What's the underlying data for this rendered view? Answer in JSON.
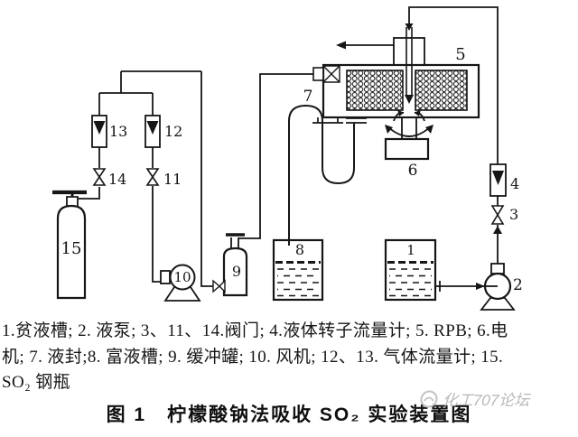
{
  "diagram": {
    "labels": {
      "n1": "1",
      "n2": "2",
      "n3": "3",
      "n4": "4",
      "n5": "5",
      "n6": "6",
      "n7": "7",
      "n8": "8",
      "n9": "9",
      "n10": "10",
      "n11": "11",
      "n12": "12",
      "n13": "13",
      "n14": "14",
      "n15": "15"
    }
  },
  "legend": {
    "line1": "1.贫液槽; 2. 液泵; 3、11、14.阀门; 4.液体转子流量计; 5. RPB; 6.电",
    "line2": "机; 7. 液封;8. 富液槽; 9. 缓冲罐; 10. 风机; 12、13. 气体流量计; 15.",
    "line3": "SO₂ 钢瓶"
  },
  "caption": "图 1　柠檬酸钠法吸收 SO₂ 实验装置图",
  "watermark": "化工707论坛",
  "colors": {
    "background": "#ffffff",
    "ink": "#161616",
    "watermark": "#b8b8b8"
  }
}
